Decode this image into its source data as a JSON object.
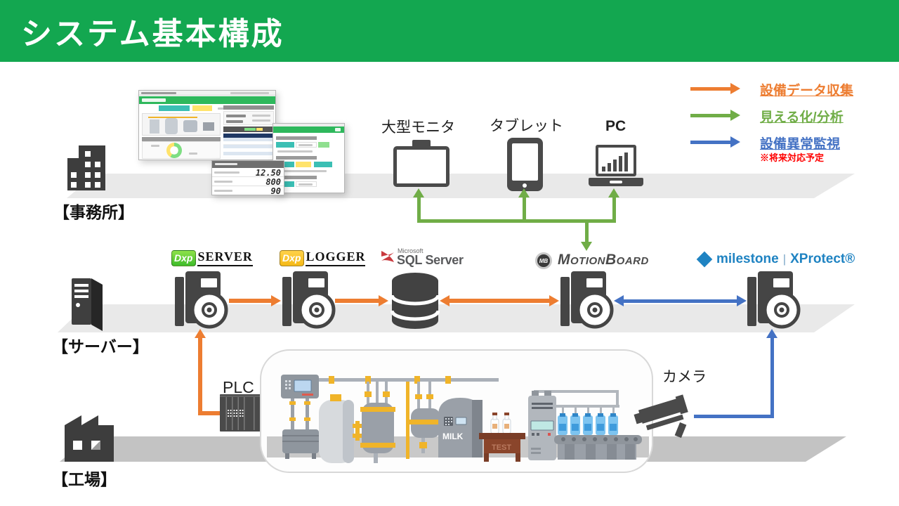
{
  "header": {
    "title": "システム基本構成"
  },
  "legend": {
    "items": [
      {
        "id": "orange",
        "label": "設備データ収集"
      },
      {
        "id": "green",
        "label": "見える化/分析"
      },
      {
        "id": "blue",
        "label": "設備異常監視",
        "note": "※将来対応予定"
      }
    ]
  },
  "layers": {
    "office": {
      "label": "【事務所】"
    },
    "server": {
      "label": "【サーバー】"
    },
    "factory": {
      "label": "【工場】"
    }
  },
  "devices": {
    "monitor": {
      "label": "大型モニタ"
    },
    "tablet": {
      "label": "タブレット"
    },
    "pc": {
      "label": "PC"
    }
  },
  "products": {
    "dxp_server": {
      "badge": "Dxp",
      "name": "SERVER"
    },
    "dxp_logger": {
      "badge": "Dxp",
      "name": "LOGGER"
    },
    "sql_server": {
      "brand": "Microsoft",
      "name": "SQL Server"
    },
    "motionboard": {
      "badge": "MB",
      "name": "MotionBoard"
    },
    "milestone": {
      "name": "milestone",
      "divider": "|",
      "product": "XProtect®"
    }
  },
  "factory_items": {
    "plc": {
      "label": "PLC"
    },
    "camera": {
      "label": "カメラ"
    },
    "milk_tank_text": "MILK",
    "test_table_text": "TEST"
  },
  "office_screens": {
    "panel_values": [
      "12.50",
      "800",
      "90"
    ]
  },
  "colors": {
    "header_green": "#13A750",
    "orange": "#ED7D31",
    "green": "#70AD47",
    "blue": "#4472C4",
    "red": "#FF0000",
    "band_light": "#E9E9E9",
    "band_dark": "#C3C3C3",
    "win_green": "#2EB85C",
    "dxp_server_badge": "#3DBB2A",
    "dxp_logger_badge": "#F5B916",
    "milestone_blue": "#1F83C2",
    "sql_gray": "#58595B",
    "sql_red": "#C93A3F"
  }
}
